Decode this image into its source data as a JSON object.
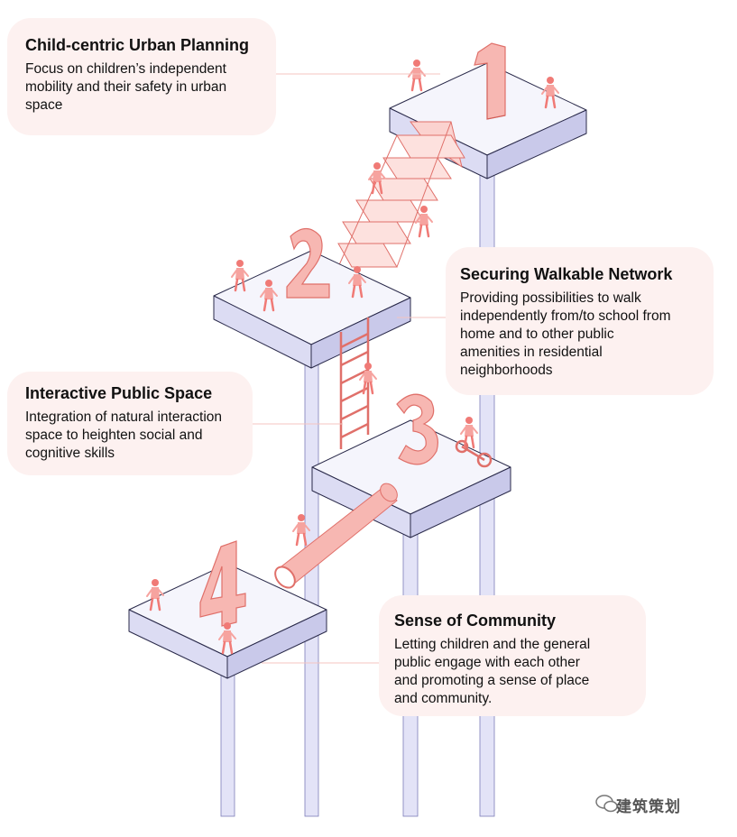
{
  "levels": [
    {
      "number": "1",
      "title": "Child-centric Urban Planning",
      "text": [
        "Focus on children’s independent",
        "mobility and their safety in urban",
        "space"
      ]
    },
    {
      "number": "2",
      "title": "Securing Walkable Network",
      "text": [
        "Providing possibilities to walk",
        "independently from/to school from",
        "home and to other public",
        "amenities in residential",
        "neighborhoods"
      ]
    },
    {
      "number": "3",
      "title": "Interactive Public Space",
      "text": [
        "Integration of natural interaction",
        "space to heighten social and",
        "cognitive skills"
      ]
    },
    {
      "number": "4",
      "title": "Sense of Community",
      "text": [
        "Letting children and the general",
        "public engage with each other",
        "and promoting a sense of place",
        "and community."
      ]
    }
  ],
  "watermark": "建筑策划",
  "colors": {
    "accent": "#f07a76",
    "accent_light": "#f9c9c5",
    "platform_top": "#f2f2fb",
    "platform_side": "#d9d9f2",
    "column": "#c9c9f0",
    "card_bg": "#fdf1f0",
    "stroke": "#2a2a4a"
  }
}
